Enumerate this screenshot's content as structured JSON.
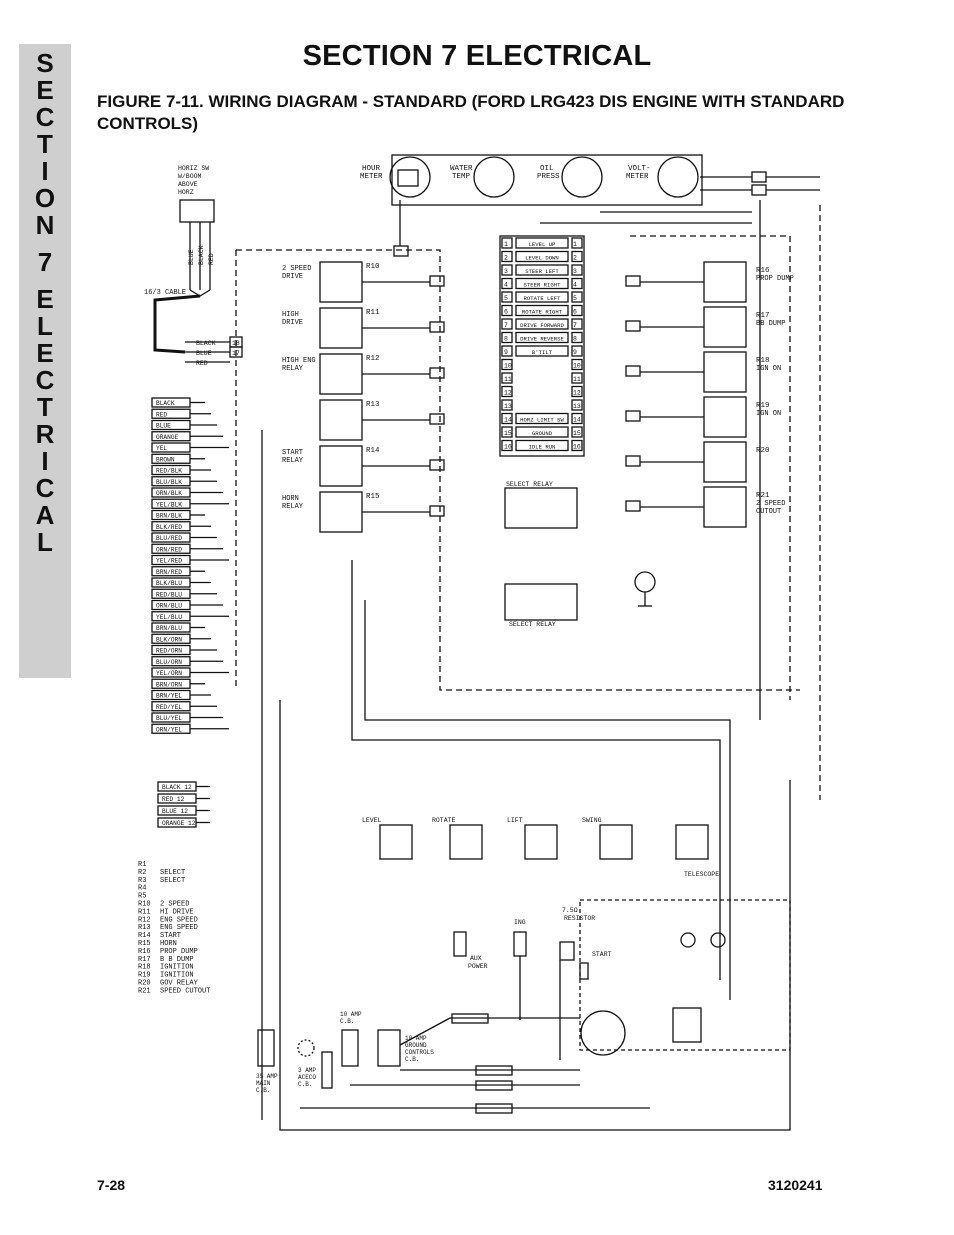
{
  "side_tab": {
    "text": "SECTION 7 ELECTRICAL"
  },
  "header": {
    "section_title": "SECTION 7  ELECTRICAL",
    "figure_title": "FIGURE 7-11.  WIRING DIAGRAM - STANDARD (FORD LRG423 DIS ENGINE WITH STANDARD CONTROLS)"
  },
  "gauges": {
    "hour_meter": "HOUR METER",
    "water_temp": "WATER TEMP",
    "oil_press": "OIL PRESS",
    "volt_meter": "VOLT- METER"
  },
  "switch": {
    "label": "HORIZ SW W/BOOM ABOVE HORZ",
    "wires": [
      "BLUE",
      "BLACK",
      "RED"
    ],
    "cable": "16/3 CABLE",
    "out_wires": [
      "BLACK",
      "BLUE",
      "RED"
    ],
    "out_nums": [
      "18",
      "17",
      ""
    ]
  },
  "relays_mid": [
    {
      "id": "R10",
      "name": "2 SPEED DRIVE"
    },
    {
      "id": "R11",
      "name": "HIGH DRIVE"
    },
    {
      "id": "R12",
      "name": "HIGH ENG RELAY"
    },
    {
      "id": "R13",
      "name": ""
    },
    {
      "id": "R14",
      "name": "START RELAY"
    },
    {
      "id": "R15",
      "name": "HORN RELAY"
    }
  ],
  "relays_right": [
    {
      "id": "R16",
      "name": "PROP DUMP"
    },
    {
      "id": "R17",
      "name": "BB DUMP"
    },
    {
      "id": "R18",
      "name": "IGN ON"
    },
    {
      "id": "R19",
      "name": "IGN ON"
    },
    {
      "id": "R20",
      "name": ""
    },
    {
      "id": "R21",
      "name": "2 SPEED CUTOUT"
    }
  ],
  "terminal_strip": [
    "LEVEL UP",
    "LEVEL DOWN",
    "STEER LEFT",
    "STEER RIGHT",
    "ROTATE LEFT",
    "ROTATE RIGHT",
    "DRIVE FORWARD",
    "DRIVE REVERSE",
    "B'TILT",
    "",
    "",
    "",
    "",
    "HORZ LIMIT SW",
    "GROUND",
    "IDLE RUN"
  ],
  "wire_list": [
    "BLACK",
    "RED",
    "BLUE",
    "ORANGE",
    "YEL",
    "BROWN",
    "RED/BLK",
    "BLU/BLK",
    "ORN/BLK",
    "YEL/BLK",
    "BRN/BLK",
    "BLK/RED",
    "BLU/RED",
    "ORN/RED",
    "YEL/RED",
    "BRN/RED",
    "BLK/BLU",
    "RED/BLU",
    "ORN/BLU",
    "YEL/BLU",
    "BRN/BLU",
    "BLK/ORN",
    "RED/ORN",
    "BLU/ORN",
    "YEL/ORN",
    "BRN/ORN",
    "BRN/YEL",
    "RED/YEL",
    "BLU/YEL",
    "ORN/YEL"
  ],
  "lower_wires": [
    "BLACK 12",
    "RED 12",
    "BLUE 12",
    "ORANGE 12"
  ],
  "functions": [
    "LEVEL",
    "ROTATE",
    "LIFT",
    "SWING",
    "TELESCOPE"
  ],
  "misc_labels": {
    "select_relay_r2": "SELECT RELAY",
    "select_relay_r3": "SELECT RELAY",
    "aux_power": "AUX POWER",
    "ing": "ING",
    "resistor": "7.5Ω RESISTOR",
    "start": "START",
    "cb35": "35 AMP MAIN C.B.",
    "cb10": "10 AMP C.B.",
    "cb3": "3 AMP ACECO C.B.",
    "cb10g": "10 AMP GROUND CONTROLS C.B."
  },
  "legend": [
    {
      "id": "R1",
      "desc": ""
    },
    {
      "id": "R2",
      "desc": "SELECT"
    },
    {
      "id": "R3",
      "desc": "SELECT"
    },
    {
      "id": "R4",
      "desc": ""
    },
    {
      "id": "R5",
      "desc": ""
    },
    {
      "id": "R10",
      "desc": "2 SPEED"
    },
    {
      "id": "R11",
      "desc": "HI DRIVE"
    },
    {
      "id": "R12",
      "desc": "ENG  SPEED"
    },
    {
      "id": "R13",
      "desc": "ENG  SPEED"
    },
    {
      "id": "R14",
      "desc": "START"
    },
    {
      "id": "R15",
      "desc": "HORN"
    },
    {
      "id": "R16",
      "desc": "PROP  DUMP"
    },
    {
      "id": "R17",
      "desc": "B B DUMP"
    },
    {
      "id": "R18",
      "desc": "IGNITION"
    },
    {
      "id": "R19",
      "desc": "IGNITION"
    },
    {
      "id": "R20",
      "desc": "GOV RELAY"
    },
    {
      "id": "R21",
      "desc": "SPEED CUTOUT"
    }
  ],
  "footer": {
    "page": "7-28",
    "doc": "3120241"
  }
}
